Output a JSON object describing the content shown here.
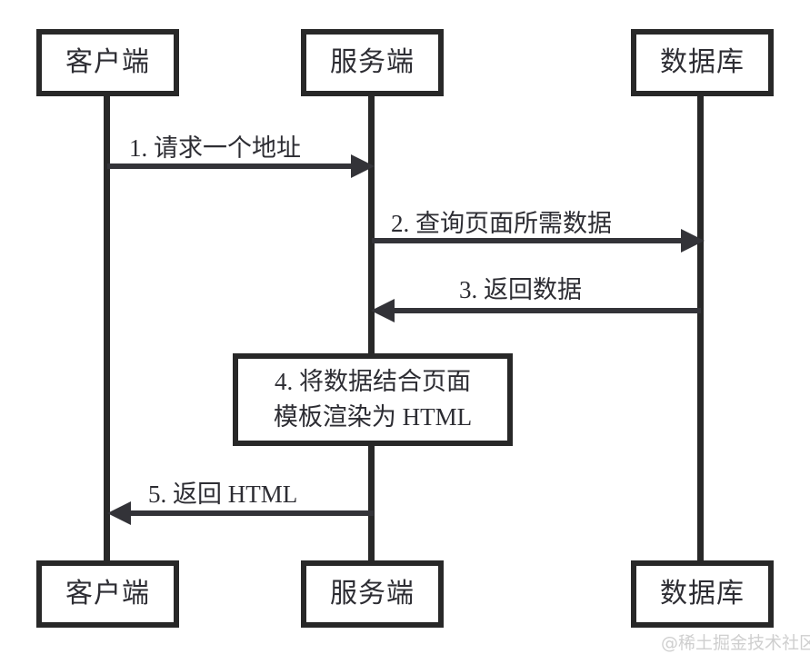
{
  "diagram": {
    "type": "sequence-diagram",
    "participants": [
      {
        "id": "client",
        "label": "客户端"
      },
      {
        "id": "server",
        "label": "服务端"
      },
      {
        "id": "database",
        "label": "数据库"
      }
    ],
    "messages": [
      {
        "number": "1",
        "label": "1. 请求一个地址",
        "from": "client",
        "to": "server",
        "direction": "right"
      },
      {
        "number": "2",
        "label": "2. 查询页面所需数据",
        "from": "server",
        "to": "database",
        "direction": "right"
      },
      {
        "number": "3",
        "label": "3. 返回数据",
        "from": "database",
        "to": "server",
        "direction": "left"
      },
      {
        "number": "5",
        "label": "5. 返回 HTML",
        "from": "server",
        "to": "client",
        "direction": "left"
      }
    ],
    "note": {
      "number": "4",
      "on": "server",
      "line1": "4. 将数据结合页面",
      "line2": "模板渲染为 HTML"
    },
    "watermark": "@稀土掘金技术社区",
    "colors": {
      "stroke": "#282828",
      "text": "#2d2d33",
      "background": "#ffffff",
      "watermark": "#cfcfcf"
    }
  }
}
